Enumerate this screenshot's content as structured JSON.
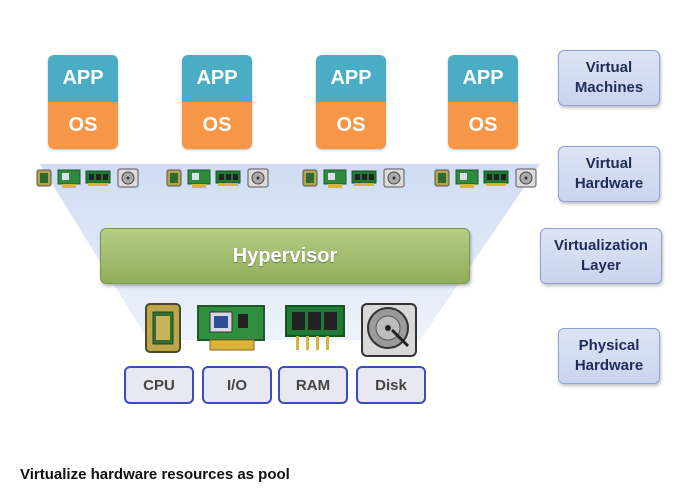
{
  "vms": [
    {
      "app": "APP",
      "os": "OS"
    },
    {
      "app": "APP",
      "os": "OS"
    },
    {
      "app": "APP",
      "os": "OS"
    },
    {
      "app": "APP",
      "os": "OS"
    }
  ],
  "layers": {
    "virtual_machines": "Virtual\nMachines",
    "virtual_hardware": "Virtual\nHardware",
    "virtualization_layer": "Virtualization\nLayer",
    "physical_hardware": "Physical\nHardware"
  },
  "hypervisor": "Hypervisor",
  "physical": {
    "cpu": "CPU",
    "io": "I/O",
    "ram": "RAM",
    "disk": "Disk"
  },
  "caption": "Virtualize hardware resources as pool",
  "icons": [
    "cpu-chip-icon",
    "network-card-icon",
    "ram-module-icon",
    "hard-disk-icon"
  ],
  "colors": {
    "app": "#4bacc6",
    "os": "#f79646",
    "hypervisor": "#9bbb59",
    "funnel": "#dbe5f6"
  }
}
